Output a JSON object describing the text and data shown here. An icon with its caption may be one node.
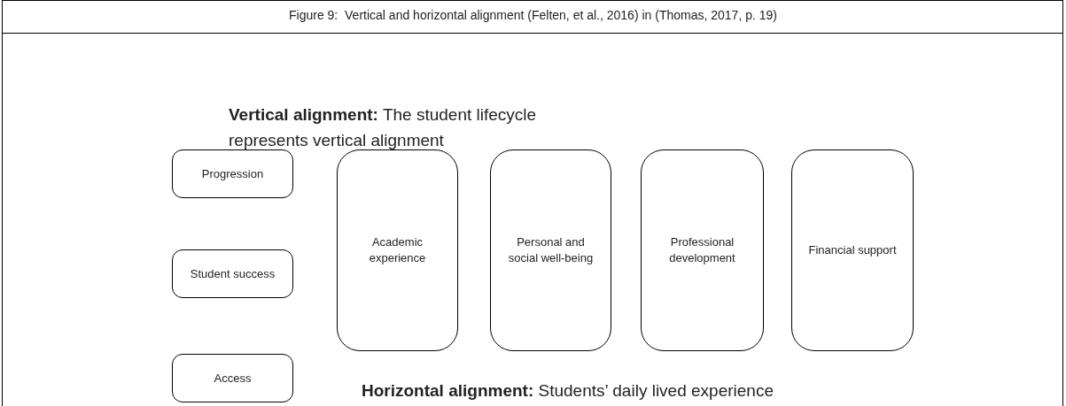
{
  "diagram": {
    "title": "Figure 9:  Vertical and horizontal alignment (Felten, et al., 2016) in (Thomas, 2017, p. 19)",
    "nodes": [
      {
        "text": [
          "Progression"
        ]
      },
      {
        "text": [
          "Student success"
        ]
      },
      {
        "text": [
          "Access"
        ]
      },
      {
        "text": [
          "Academic experience"
        ]
      },
      {
        "text": [
          "Personal and social well-being"
        ]
      },
      {
        "text": [
          "Professional development"
        ]
      },
      {
        "text": [
          "Financial support"
        ]
      }
    ],
    "labels": [
      "**Vertical alignment:**  The student lifecycle represents vertical alignment",
      "**Horizontal alignment:**  Students’ daily lived experience"
    ]
  }
}
